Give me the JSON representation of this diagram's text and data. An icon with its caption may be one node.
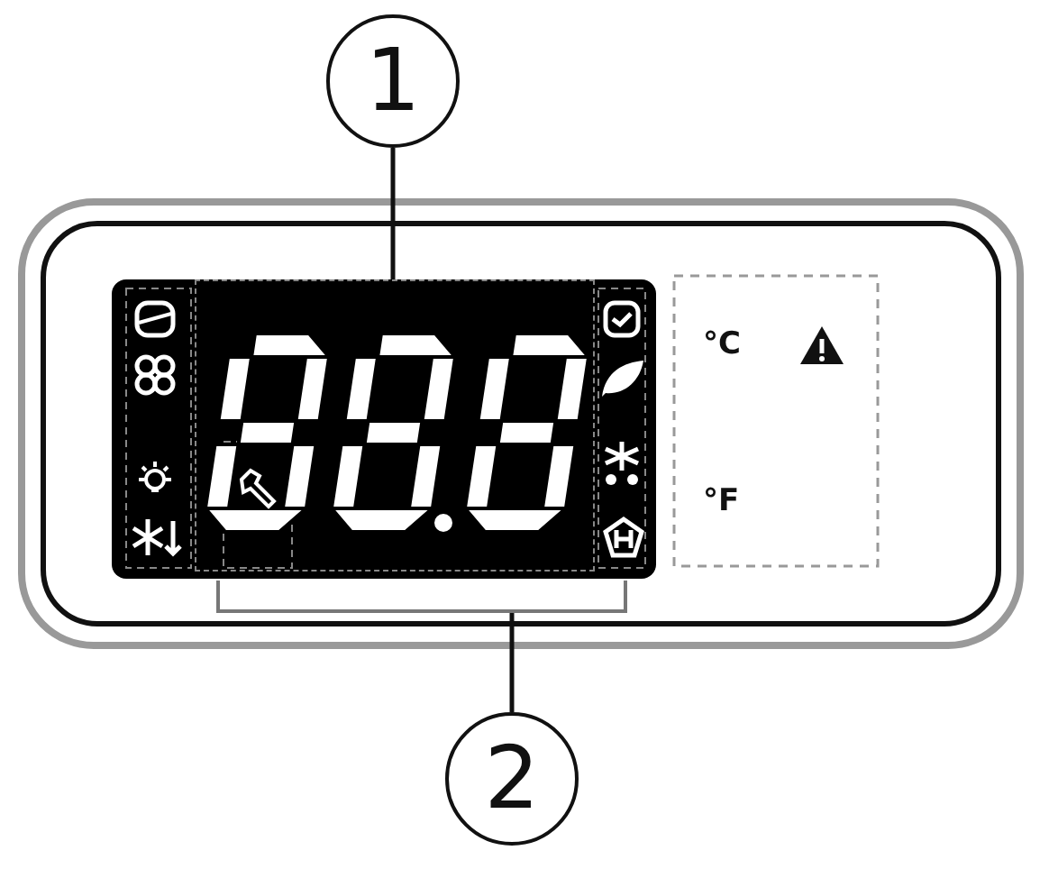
{
  "diagram": {
    "nodes": [
      {
        "text": [
          "1"
        ]
      },
      {
        "text": [],
        "shape": "box"
      },
      {
        "text": [
          "2"
        ]
      },
      {
        "text": [],
        "shape": "bar"
      }
    ],
    "edges": [
      {
        "from": 0,
        "to": 1,
        "arrow": "none"
      },
      {
        "from": 2,
        "to": 3,
        "arrow": "none"
      }
    ],
    "labels": [
      "°C",
      "°F"
    ]
  }
}
